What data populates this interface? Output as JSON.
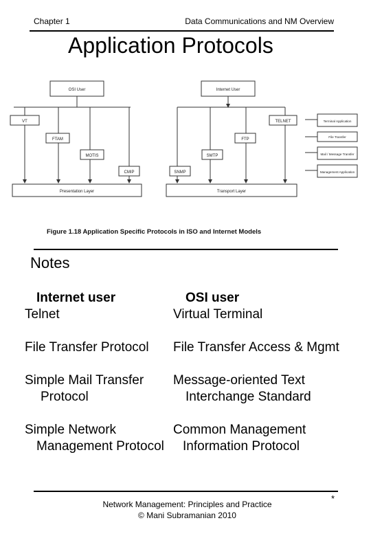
{
  "header": {
    "left": "Chapter 1",
    "right": "Data Communications and NM Overview"
  },
  "title": "Application Protocols",
  "figure": {
    "osi": {
      "user": "OSI User",
      "protocols": [
        "VT",
        "FTAM",
        "MOTIS",
        "CMIP"
      ],
      "base_layer": "Presentation Layer"
    },
    "internet": {
      "user": "Internet User",
      "protocols": [
        "SNMP",
        "SMTP",
        "FTP",
        "TELNET"
      ],
      "base_layer": "Transport Layer"
    },
    "legend": [
      "Terminal Application",
      "File Transfer",
      "Mail / Message Transfer",
      "Management Application"
    ],
    "caption": "Figure 1.18 Application Specific Protocols in ISO and Internet Models"
  },
  "notes": {
    "heading": "Notes",
    "col_left_heading": "Internet user",
    "col_right_heading": "OSI user",
    "rows": [
      {
        "left": [
          "Telnet"
        ],
        "right": [
          "Virtual Terminal"
        ]
      },
      {
        "left": [
          "File Transfer Protocol"
        ],
        "right": [
          "File Transfer Access & Mgmt"
        ]
      },
      {
        "left": [
          "Simple Mail Transfer",
          "Protocol"
        ],
        "right": [
          "Message-oriented Text",
          "Interchange Standard"
        ]
      },
      {
        "left": [
          "Simple Network",
          "Management Protocol"
        ],
        "right": [
          "Common Management",
          "Information Protocol"
        ]
      }
    ]
  },
  "footer": {
    "line1": "Network Management: Principles and Practice",
    "line2": "© Mani Subramanian 2010",
    "mark": "*"
  }
}
